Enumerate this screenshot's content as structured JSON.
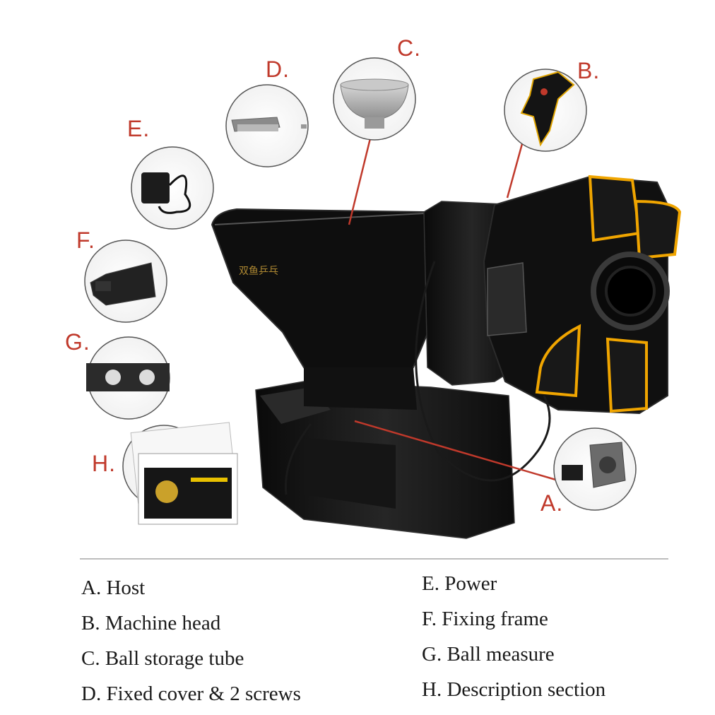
{
  "callouts": {
    "a": "A.",
    "b": "B.",
    "c": "C.",
    "d": "D.",
    "e": "E.",
    "f": "F.",
    "g": "G.",
    "h": "H."
  },
  "hopper_text": "双鱼乒乓",
  "colors": {
    "callout": "#c0392b",
    "machine": "#121212",
    "accent": "#f0a500"
  },
  "legend": {
    "left": [
      "A. Host",
      "B. Machine head",
      "C. Ball storage tube",
      "D. Fixed cover & 2 screws"
    ],
    "right": [
      "E. Power",
      "F. Fixing frame",
      "G. Ball measure",
      "H. Description section"
    ]
  }
}
